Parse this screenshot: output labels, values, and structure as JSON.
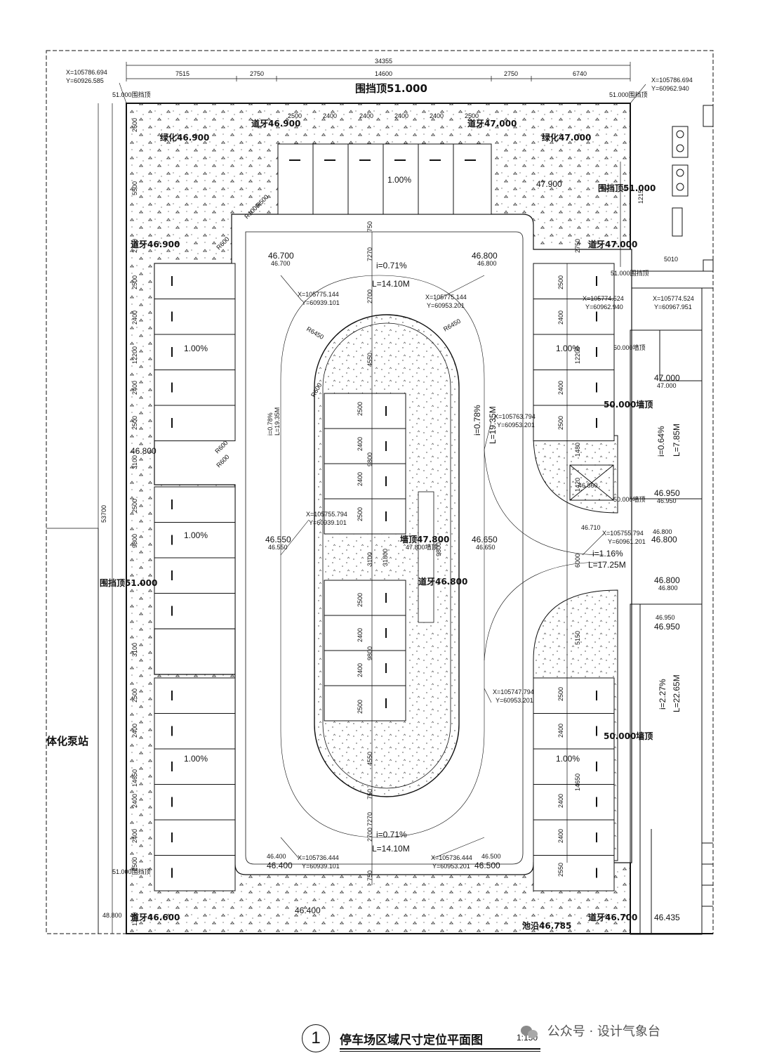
{
  "drawing": {
    "title": "停车场区域尺寸定位平面图",
    "number": "1",
    "scale": "1:150"
  },
  "watermark": {
    "icon": "wechat-icon",
    "text": "公众号 · 设计气象台"
  },
  "dims": {
    "total_width": "34355",
    "top": [
      "7515",
      "2750",
      "14600",
      "2750",
      "6740"
    ],
    "stalls_top": [
      "2500",
      "2400",
      "2400",
      "2400",
      "2400",
      "2500"
    ],
    "left": [
      "2600",
      "5500",
      "2750",
      "2500",
      "2400",
      "12200",
      "2400",
      "2500",
      "3100",
      "2500",
      "9800",
      "3100",
      "2500",
      "2400",
      "14650",
      "2400",
      "2400",
      "2500",
      "1120"
    ],
    "total_height": "53700",
    "center": [
      "7270",
      "2700",
      "4550",
      "2500",
      "2400",
      "9800",
      "2400",
      "2500",
      "3100",
      "31800",
      "9800",
      "2500",
      "2400",
      "9800",
      "2400",
      "2500",
      "4550",
      "750",
      "7270",
      "2700",
      "750",
      "750"
    ],
    "right": [
      "2500",
      "2400",
      "12200",
      "2400",
      "2500",
      "1480",
      "1420",
      "6000",
      "5150",
      "2500",
      "2400",
      "14650",
      "2400",
      "2400",
      "2550",
      "2750",
      "5010",
      "1215"
    ],
    "radii": [
      "R500",
      "R1000",
      "R600",
      "R600",
      "R600",
      "R6450",
      "R6450",
      "R600"
    ]
  },
  "coords": {
    "c1": [
      "X=105786.694",
      "Y=60926.585"
    ],
    "c2": [
      "X=105786.694",
      "Y=60962.940"
    ],
    "c3": [
      "X=105775.144",
      "Y=60939.101"
    ],
    "c4": [
      "X=105775.144",
      "Y=60953.201"
    ],
    "c5": [
      "X=105774.524",
      "Y=60962.940"
    ],
    "c6": [
      "X=105774.524",
      "Y=60967.951"
    ],
    "c7": [
      "X=105763.794",
      "Y=60953.201"
    ],
    "c8": [
      "X=105755.794",
      "Y=60939.101"
    ],
    "c9": [
      "X=105755.794",
      "Y=60961.201"
    ],
    "c10": [
      "X=105747.794",
      "Y=60953.201"
    ],
    "c11": [
      "X=105736.444",
      "Y=60939.101"
    ],
    "c12": [
      "X=105736.444",
      "Y=60953.201"
    ]
  },
  "labels": {
    "wall_top": "围挡顶51.000",
    "wall_tl": "51.000围挡顶",
    "wall_tr": "51.000围挡顶",
    "curb_top_l": "道牙46.900",
    "curb_top_r": "道牙47.000",
    "green_l": "绿化46.900",
    "green_r": "绿化47.000",
    "elev_47900": "47.900",
    "wall_right": "围挡顶51.000",
    "curb_l": "道牙46.900",
    "curb_r": "道牙47.000",
    "wall_r2": "51.000围挡顶",
    "elev_46700": "46.700",
    "elev_46700s": "46.700",
    "elev_46800": "46.800",
    "elev_46800s": "46.800",
    "slope_top": "i=0.71%",
    "len_top": "L=14.10M",
    "slope_bl1": "1.00%",
    "slope_br1": "1.00%",
    "slope_top_stall": "1.00%",
    "elev_left_mid": "46.800",
    "slope_lv": "i=0.78%",
    "len_lv": "L=19.35M",
    "slope_cv": "i=0.78%",
    "len_cv": "L=19.35M",
    "wall_ru": "50.000墙顶",
    "wall_ru2": "50.000墙顶",
    "wall_r3": "50.000墙顶",
    "elev_47000": "47.000",
    "elev_47000s": "47.000",
    "slope_r1": "i=0.64%",
    "len_r1": "L=7.85M",
    "elev_46860": "46.860",
    "elev_46950": "46.950",
    "elev_46950s": "46.950",
    "elev_46710": "46.710",
    "slope_bl2": "1.00%",
    "elev_46550": "46.550",
    "elev_46550s": "46.550",
    "elev_46650": "46.650",
    "elev_46650s": "46.650",
    "wall_center": "墙顶47.800",
    "wall_center2": "47.800墙顶",
    "curb_center": "道牙46.800",
    "wall_left": "围挡顶51.000",
    "elev_46800b": "46.800",
    "elev_46800c": "46.800",
    "elev_46800d": "46.800",
    "elev_46800e": "46.800",
    "slope_mid": "i=1.16%",
    "len_mid": "L=17.25M",
    "elev_46950b": "46.950",
    "elev_46950c": "46.950",
    "slope_r2": "i=2.27%",
    "len_r2": "L=22.65M",
    "pump": "体化泵站",
    "slope_bl3": "1.00%",
    "slope_br3": "1.00%",
    "slope_bot": "i=0.71%",
    "len_bot": "L=14.10M",
    "wall_bl": "51.000围挡顶",
    "elev_46400": "46.400",
    "elev_46400s": "46.400",
    "elev_46500": "46.500",
    "elev_46500s": "46.500",
    "elev_46400b": "46.400",
    "curb_bot_l": "道牙46.600",
    "elev_48800": "48.800",
    "pool": "池沿46.785",
    "curb_bot_r": "道牙46.700",
    "elev_46435": "46.435"
  }
}
